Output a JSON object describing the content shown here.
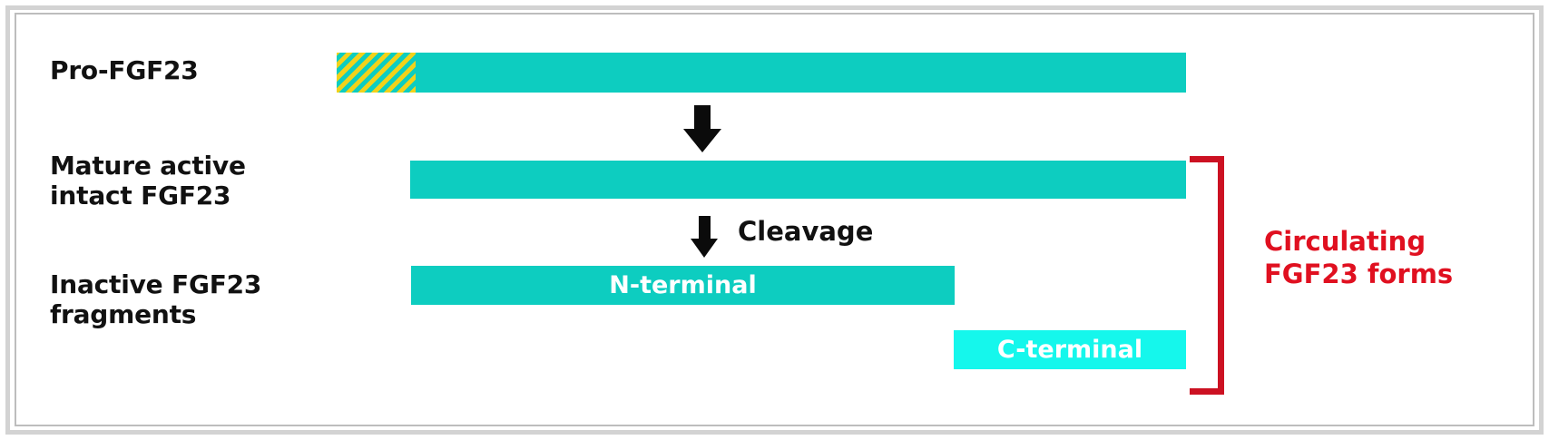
{
  "figure": {
    "title": "FGF23 processing and circulating forms",
    "background": "#ffffff",
    "border_color": "#d3d3d3"
  },
  "colors": {
    "teal": "#0dcdc0",
    "cyan": "#15f7ec",
    "hatch_yellow": "#f2d21a",
    "arrow_black": "#0b0b0b",
    "bracket_red": "#cc1122",
    "label_red": "#e01020",
    "text_black": "#111111",
    "text_white": "#ffffff"
  },
  "rows": {
    "pro": {
      "label": "Pro-FGF23",
      "signal_peptide_name": "signal-peptide-hatched-segment",
      "bar_name": "pro-fgf23-bar"
    },
    "mature": {
      "label": "Mature active\nintact FGF23",
      "bar_name": "mature-intact-fgf23-bar"
    },
    "fragments": {
      "label": "Inactive FGF23\nfragments",
      "n_terminal": "N-terminal",
      "c_terminal": "C-terminal"
    }
  },
  "annotations": {
    "cleavage": "Cleavage",
    "circulating": "Circulating\nFGF23 forms",
    "arrow_1_name": "processing-arrow",
    "arrow_2_name": "cleavage-arrow",
    "bracket_name": "circulating-forms-bracket"
  }
}
